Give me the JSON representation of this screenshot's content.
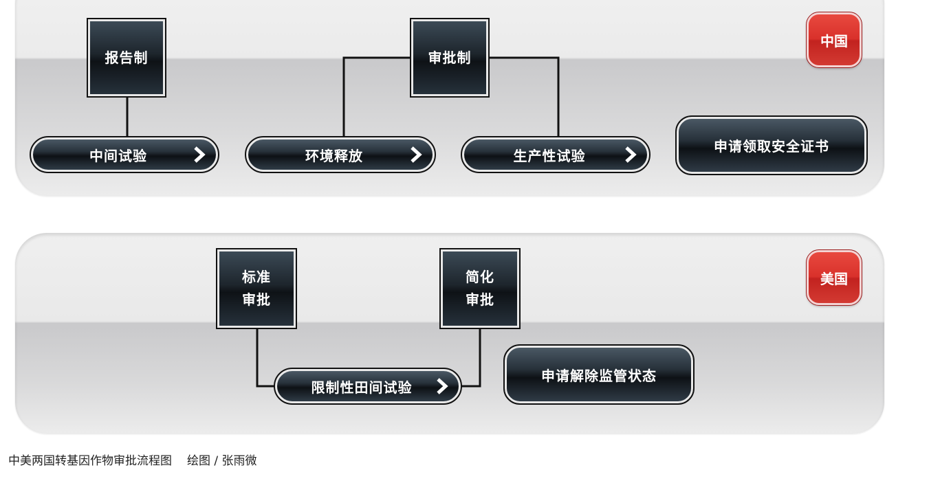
{
  "china": {
    "badge": "中国",
    "report_box": "报告制",
    "approval_box": "审批制",
    "step_pilot": "中间试验",
    "step_release": "环境释放",
    "step_production": "生产性试验",
    "final": "申请领取安全证书"
  },
  "usa": {
    "badge": "美国",
    "standard_line1": "标准",
    "standard_line2": "审批",
    "simplified_line1": "简化",
    "simplified_line2": "审批",
    "step_field": "限制性田间试验",
    "final": "申请解除监管状态"
  },
  "caption": {
    "title": "中美两国转基因作物审批流程图",
    "credit": "绘图 / 张雨微"
  },
  "colors": {
    "badge_red": "#d9312b",
    "node_dark": "#1d252c"
  },
  "icons": {
    "arrow": "chevron-right-icon"
  }
}
